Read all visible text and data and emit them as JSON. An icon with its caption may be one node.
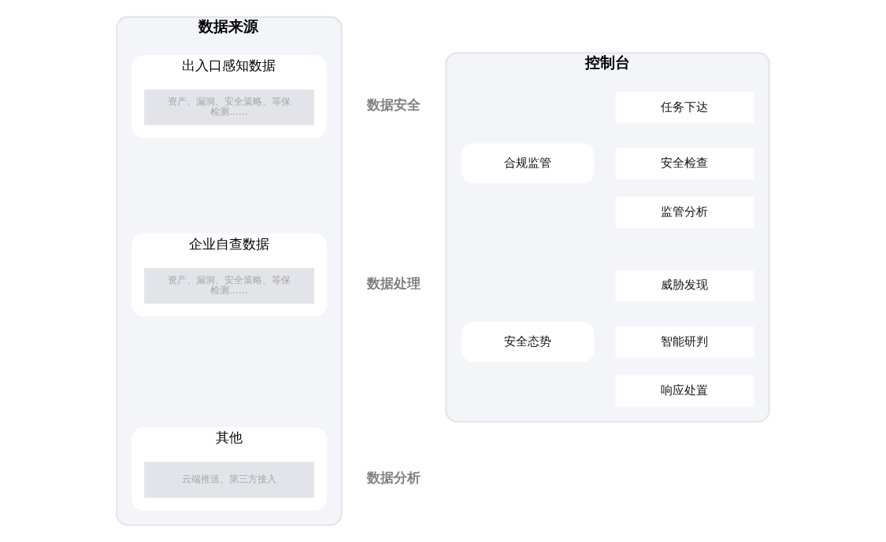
{
  "diagram": {
    "nodes": [
      {
        "text": [
          "数据来源"
        ]
      },
      {
        "text": [
          "出入口感知数据"
        ],
        "in": 0
      },
      {
        "text": [
          "资产、漏洞、安全策略、等保检测……"
        ],
        "in": 1
      },
      {
        "text": [
          "企业自查数据"
        ],
        "in": 0
      },
      {
        "text": [
          "资产、漏洞、安全策略、等保检测……"
        ],
        "in": 3
      },
      {
        "text": [
          "其他"
        ],
        "in": 0
      },
      {
        "text": [
          "云端推送、第三方接入"
        ],
        "in": 5
      },
      {
        "text": [
          "控制台"
        ]
      },
      {
        "text": [
          "合规监管"
        ],
        "in": 7
      },
      {
        "text": [
          "任务下达"
        ],
        "in": 7
      },
      {
        "text": [
          "安全检查"
        ],
        "in": 7
      },
      {
        "text": [
          "监管分析"
        ],
        "in": 7
      },
      {
        "text": [
          "安全态势"
        ],
        "in": 7
      },
      {
        "text": [
          "威胁发现"
        ],
        "in": 7
      },
      {
        "text": [
          "智能研判"
        ],
        "in": 7
      },
      {
        "text": [
          "响应处置"
        ],
        "in": 7
      }
    ],
    "labels": [
      "数据安全",
      "数据处理",
      "数据分析"
    ]
  }
}
